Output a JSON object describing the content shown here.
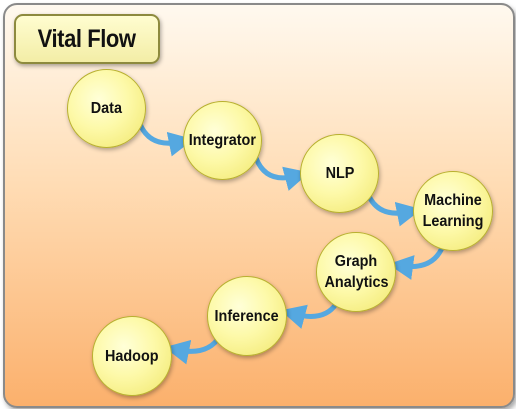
{
  "title": "Vital Flow",
  "nodes": [
    {
      "label": "Data"
    },
    {
      "label": "Integrator"
    },
    {
      "label": "NLP"
    },
    {
      "label": "Machine Learning"
    },
    {
      "label": "Graph Analytics"
    },
    {
      "label": "Inference"
    },
    {
      "label": "Hadoop"
    }
  ],
  "colors": {
    "node_fill": "#fdf9a8",
    "arrow": "#55a8e0",
    "background_top": "#fff9ef",
    "background_bottom": "#fbb06c",
    "title_fill": "#fffdd0"
  }
}
